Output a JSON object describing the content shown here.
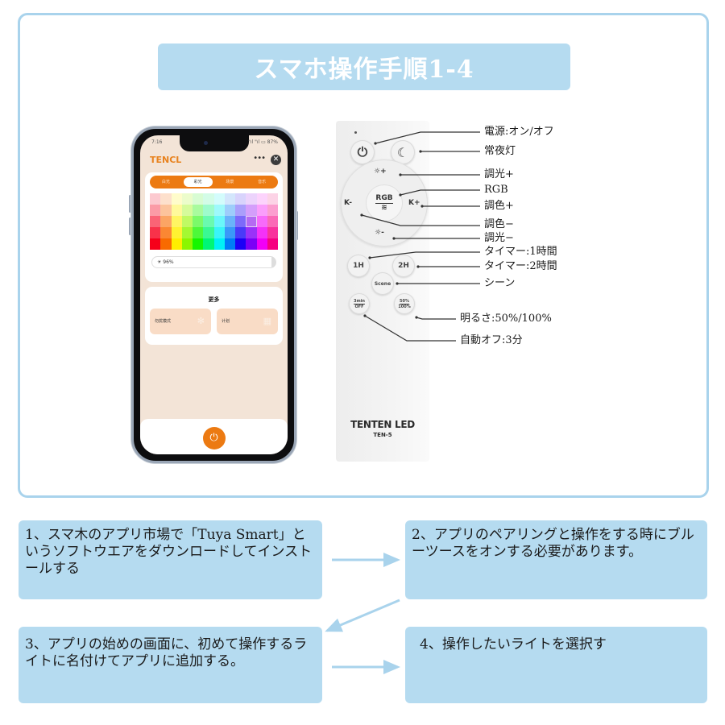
{
  "title": "スマホ操作手順1-4",
  "phone": {
    "status_time": "7:16",
    "status_right": "\"ıl \"ıl ▭ 87%",
    "app_name": "TENCL",
    "more_icon": "ellipsis-icon",
    "close_icon": "close-icon",
    "tabs": [
      {
        "label": "白光",
        "active": false
      },
      {
        "label": "彩光",
        "active": true
      },
      {
        "label": "场景",
        "active": false
      },
      {
        "label": "音乐",
        "active": false
      }
    ],
    "brightness": "☀ 96%",
    "more_section": {
      "title": "更多",
      "buttons": [
        {
          "label": "勿扰模式",
          "icon": "snowflake-icon"
        },
        {
          "label": "计划",
          "icon": "calendar-icon"
        }
      ]
    },
    "power_icon": "power-icon",
    "palette_colors": [
      [
        "#fcc9cf",
        "#fde0cc",
        "#fffccb",
        "#ecfccb",
        "#d8fcd3",
        "#d3fce7",
        "#d3fcfc",
        "#d3e6fc",
        "#d8d3fc",
        "#ecd3fc",
        "#fcd3fc",
        "#fcd3e6"
      ],
      [
        "#fb9ba6",
        "#fcc39c",
        "#fff99b",
        "#d6fb9b",
        "#a9fb9e",
        "#9efbcc",
        "#9ef9fb",
        "#9ecdfb",
        "#aa9efb",
        "#d49efb",
        "#fa9efb",
        "#fb9ecf"
      ],
      [
        "#fa6476",
        "#fba565",
        "#fff563",
        "#c0fa64",
        "#7bfa6a",
        "#6afaaf",
        "#6af7fa",
        "#6ab3fa",
        "#7d6afa",
        "#b56af2",
        "#f76afa",
        "#fa6ab6"
      ],
      [
        "#f8324a",
        "#fa8733",
        "#fff232",
        "#a5f832",
        "#4ef83a",
        "#3af893",
        "#3af4f8",
        "#3a98f8",
        "#493af8",
        "#9a32f8",
        "#f432f8",
        "#f8329c"
      ],
      [
        "#f6001a",
        "#f86a00",
        "#ffee00",
        "#8cf600",
        "#16f600",
        "#00f676",
        "#00f1f6",
        "#007cf6",
        "#1c00f6",
        "#7c00f6",
        "#f100f6",
        "#f60080"
      ]
    ]
  },
  "remote": {
    "buttons": {
      "power": "⏻",
      "night": "☾",
      "dim_up": "☼+",
      "rgb": "RGB",
      "wifi": "((·))",
      "k_minus": "K-",
      "k_plus": "K+",
      "dim_down": "☼-",
      "h1": "1H",
      "h2": "2H",
      "scene": "Scene",
      "off_top": "3min",
      "off_bottom": "OFF",
      "pct_top": "50%",
      "pct_bottom": "100%"
    },
    "brand": "TENTEN LED",
    "model": "TEN-5",
    "callouts": [
      "電源:オン/オフ",
      "常夜灯",
      "調光+",
      "RGB",
      "調色+",
      "調色−",
      "調光−",
      "タイマー:1時間",
      "タイマー:2時間",
      "シーン",
      "明るさ:50%/100%",
      "自動オフ:3分"
    ]
  },
  "steps": [
    {
      "text": "1、スマ木のアプリ市場で「Tuya Smart」というソフトウエアをダウンロードしてインストールする"
    },
    {
      "text": "2、アプリのペアリングと操作をする時にブルーツースをオンする必要があります。"
    },
    {
      "text": "3、アプリの始めの画面に、初めて操作するライトに名付けてアプリに追加する。"
    },
    {
      "text": "4、操作したいライトを選択す"
    }
  ],
  "colors": {
    "panel_border": "#a9d3ec",
    "title_bg": "#b5dbf0",
    "step_bg": "#b5dbf0",
    "arrow": "#a9d3ec",
    "app_accent": "#ec7a12",
    "app_bg": "#f3e4d7"
  }
}
